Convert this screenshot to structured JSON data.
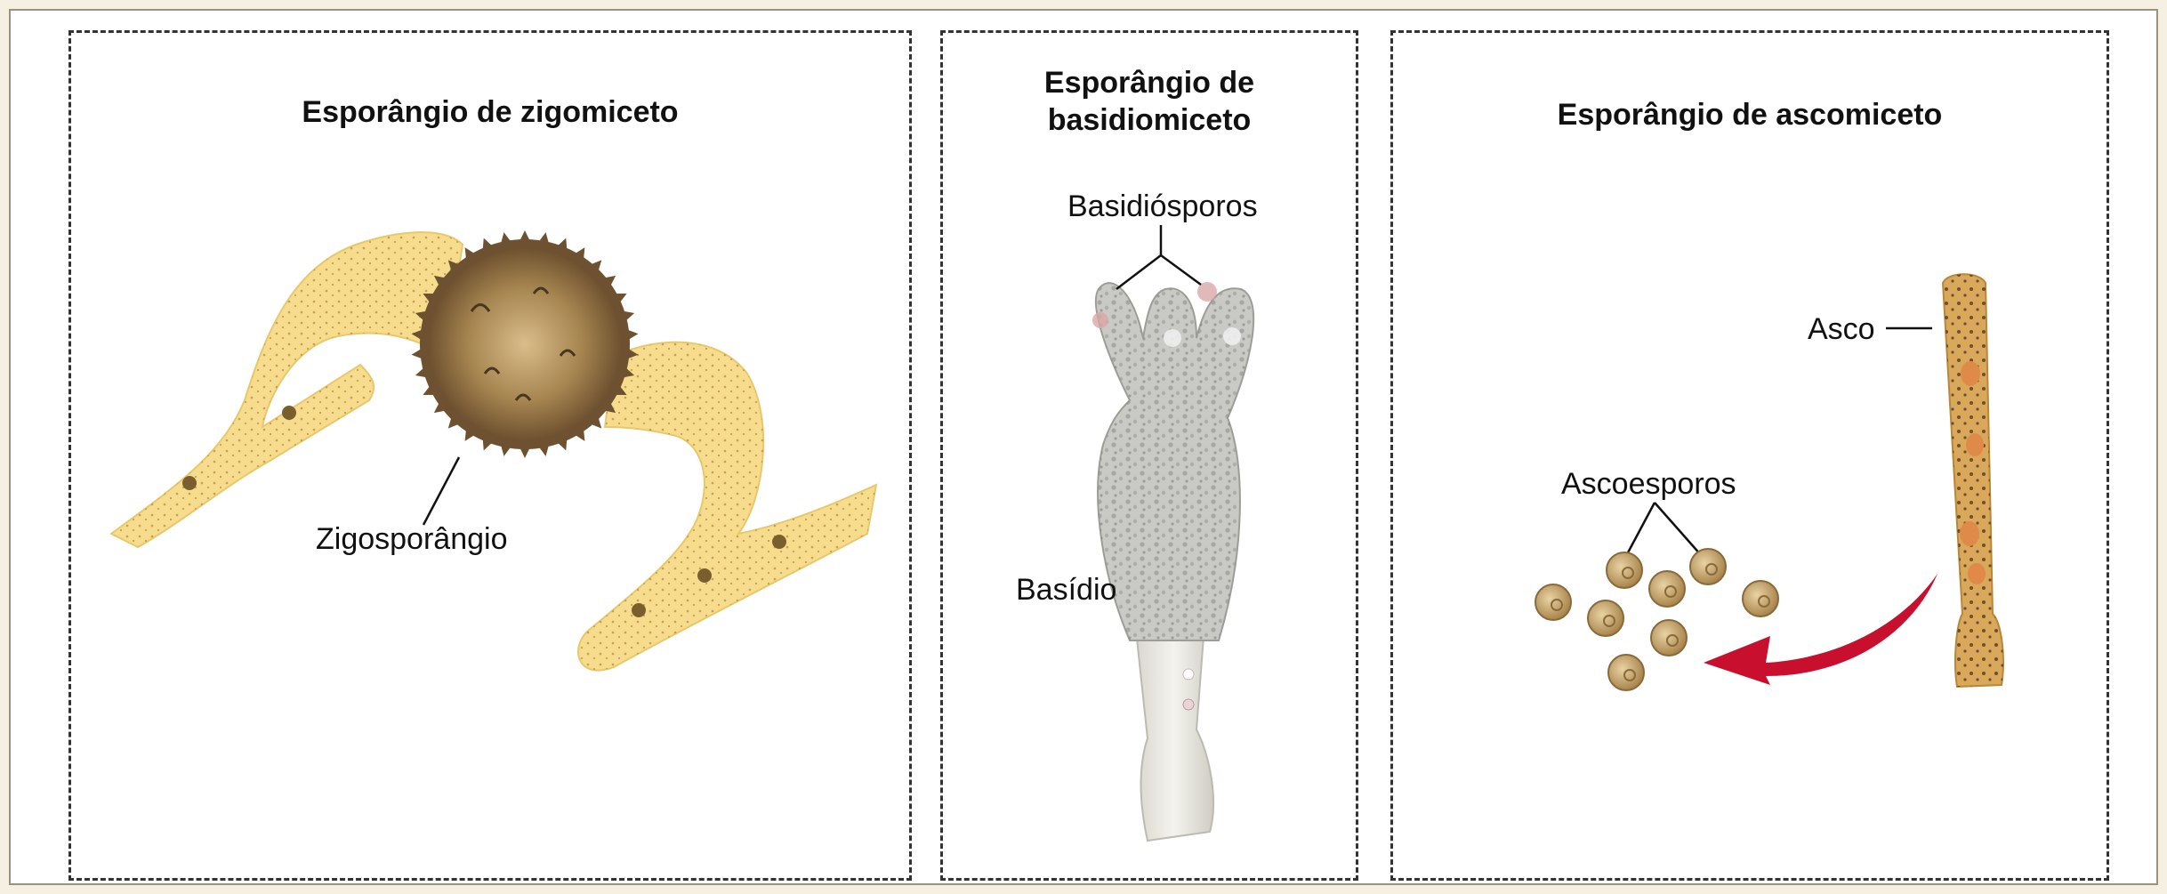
{
  "panels": [
    {
      "title": "Esporângio de zigomiceto",
      "labels": {
        "zygosporangium": "Zigosporângio"
      }
    },
    {
      "title_line1": "Esporângio de",
      "title_line2": "basidiomiceto",
      "labels": {
        "basidiospores": "Basidiósporos",
        "basidium": "Basídio"
      }
    },
    {
      "title": "Esporângio de ascomiceto",
      "labels": {
        "ascus": "Asco",
        "ascospores": "Ascoesporos"
      }
    }
  ],
  "colors": {
    "hypha": "#f6dc8c",
    "zygosporangium": "#8b6a3e",
    "basidium": "#c9c9c6",
    "ascus": "#d9a85a",
    "ascospore": "#b8955a",
    "arrow": "#c8102e"
  }
}
